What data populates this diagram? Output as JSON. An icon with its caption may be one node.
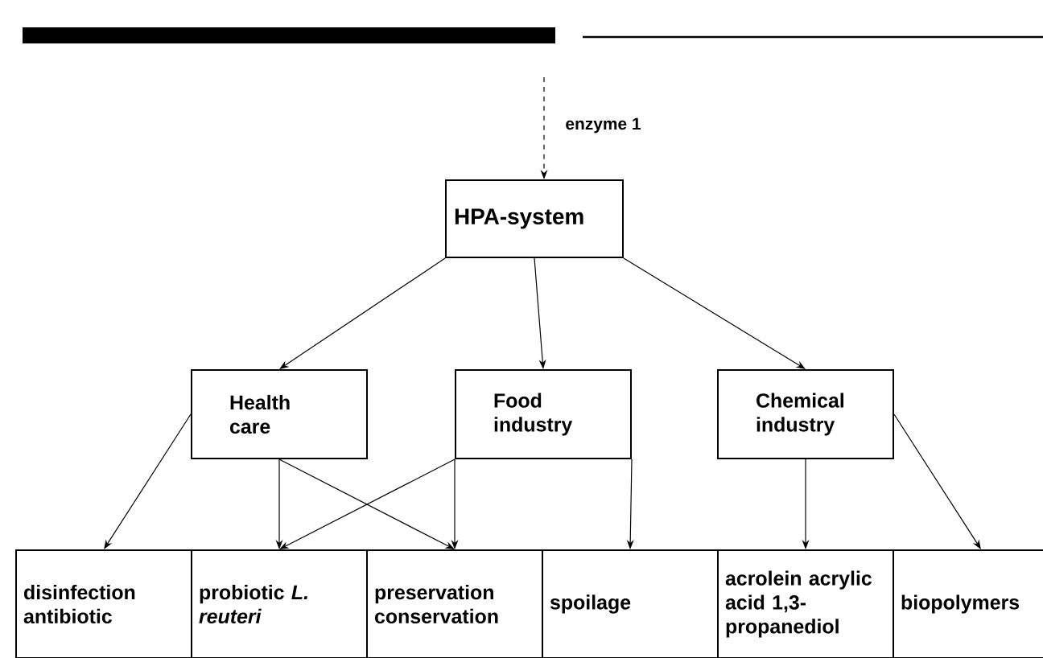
{
  "diagram": {
    "nodes": [
      {
        "text": [
          "HPA-system"
        ]
      },
      {
        "text": [
          "Health care"
        ]
      },
      {
        "text": [
          "Food industry"
        ]
      },
      {
        "text": [
          "Chemical industry"
        ]
      },
      {
        "text": [
          "disinfection antibiotic"
        ]
      },
      {
        "text": [
          "probiotic *L. reuteri*"
        ]
      },
      {
        "text": [
          "preservation conservation"
        ]
      },
      {
        "text": [
          "spoilage"
        ]
      },
      {
        "text": [
          "acrolein acrylic acid 1,3-propanediol"
        ]
      },
      {
        "text": [
          "biopolymers"
        ]
      }
    ],
    "edges": [
      {
        "from": null,
        "to": 0,
        "arrow": "to",
        "style": "dashed",
        "label": "enzyme 1"
      },
      {
        "from": 0,
        "to": 1,
        "arrow": "to"
      },
      {
        "from": 0,
        "to": 2,
        "arrow": "to"
      },
      {
        "from": 0,
        "to": 3,
        "arrow": "to"
      },
      {
        "from": 1,
        "to": 4,
        "arrow": "to"
      },
      {
        "from": 1,
        "to": 5,
        "arrow": "to"
      },
      {
        "from": 1,
        "to": 6,
        "arrow": "to"
      },
      {
        "from": 2,
        "to": 5,
        "arrow": "to"
      },
      {
        "from": 2,
        "to": 6,
        "arrow": "to"
      },
      {
        "from": 2,
        "to": 7,
        "arrow": "to"
      },
      {
        "from": 3,
        "to": 8,
        "arrow": "to"
      },
      {
        "from": 3,
        "to": 9,
        "arrow": "to"
      }
    ]
  }
}
